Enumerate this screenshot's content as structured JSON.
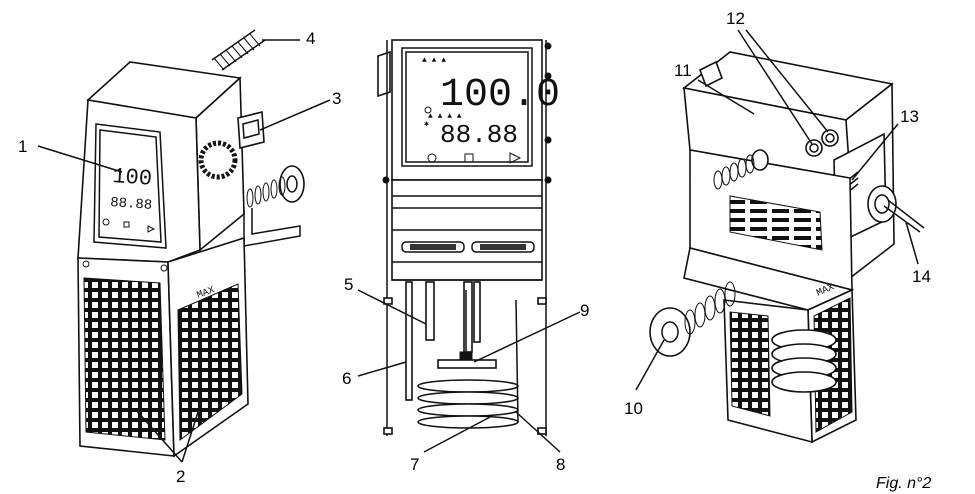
{
  "figure": {
    "caption": "Fig. n°2",
    "callouts": [
      "1",
      "2",
      "3",
      "4",
      "5",
      "6",
      "7",
      "8",
      "9",
      "10",
      "11",
      "12",
      "13",
      "14"
    ],
    "display": {
      "top_readout": "100.0",
      "bottom_readout": "88.88"
    },
    "grille_label": "MAX"
  }
}
